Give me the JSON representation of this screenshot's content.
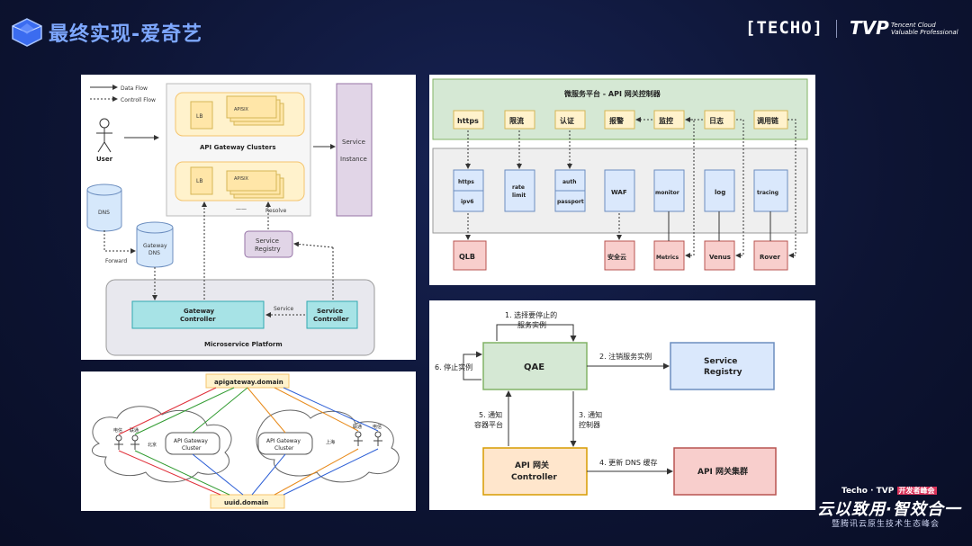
{
  "header": {
    "title": "最终实现-爱奇艺",
    "techo": "[TECHO]",
    "tvp": "TVP",
    "tvp_sub1": "Tencent Cloud",
    "tvp_sub2": "Valuable Professional"
  },
  "footer": {
    "event_left": "Techo · TVP ",
    "event_tag": "开发者峰会",
    "slogan": "云以致用·智效合一",
    "sub": "暨腾讯云原生技术生态峰会"
  },
  "d1": {
    "data_flow": "Data Flow",
    "control_flow": "Controll Flow",
    "user": "User",
    "dns": "DNS",
    "gateway_dns_1": "Gateway",
    "gateway_dns_2": "DNS",
    "forward": "Forward",
    "lb": "LB",
    "apisix": "APISIX",
    "clusters": "API Gateway Clusters",
    "dashes": "——",
    "resolve": "Resolve",
    "service_instance_1": "Service",
    "service_instance_2": "Instance",
    "service_registry_1": "Service",
    "service_registry_2": "Registry",
    "gc_1": "Gateway",
    "gc_2": "Controller",
    "service": "Service",
    "sc_1": "Service",
    "sc_2": "Controller",
    "platform": "Microservice Platform"
  },
  "d2": {
    "top": "apigateway.domain",
    "bottom": "uuid.domain",
    "bj": "北京",
    "sh": "上海",
    "c1_1": "API Gateway",
    "c1_2": "Cluster",
    "c2_1": "API Gateway",
    "c2_2": "Cluster",
    "dianxin": "电信",
    "liantong": "联通",
    "liantong2": "联通",
    "dianxin2": "电信"
  },
  "d3": {
    "title": "微服务平台 - API 网关控制器",
    "top": [
      "https",
      "限流",
      "认证",
      "报警",
      "监控",
      "日志",
      "调用链"
    ],
    "https": "https",
    "ipv6": "ipv6",
    "rate_1": "rate",
    "rate_2": "limit",
    "auth": "auth",
    "passport": "passport",
    "waf": "WAF",
    "monitor": "monitor",
    "log": "log",
    "tracing": "tracing",
    "qlb": "QLB",
    "anquanyun": "安全云",
    "metrics": "Metrics",
    "venus": "Venus",
    "rover": "Rover"
  },
  "d4": {
    "qae": "QAE",
    "sr_1": "Service",
    "sr_2": "Registry",
    "apic_1": "API 网关",
    "apic_2": "Controller",
    "cluster": "API 网关集群",
    "s1_1": "1. 选择要停止的",
    "s1_2": "服务实例",
    "s2": "2. 注销服务实例",
    "s3_1": "3. 通知",
    "s3_2": "控制器",
    "s4": "4. 更新 DNS 缓存",
    "s5_1": "5. 通知",
    "s5_2": "容器平台",
    "s6": "6. 停止实例"
  }
}
